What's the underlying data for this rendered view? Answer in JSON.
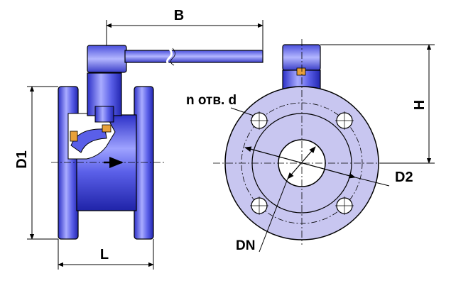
{
  "labels": {
    "B": "B",
    "H": "H",
    "D1": "D1",
    "D2": "D2",
    "L": "L",
    "DN": "DN",
    "holes": "n отв. d"
  },
  "colors": {
    "body": "#5a5fe8",
    "body_light": "#b9bcff",
    "flange_face": "#c8c6f0",
    "bore": "#ffffff",
    "outline": "#000000",
    "accent": "#e8a13a"
  }
}
